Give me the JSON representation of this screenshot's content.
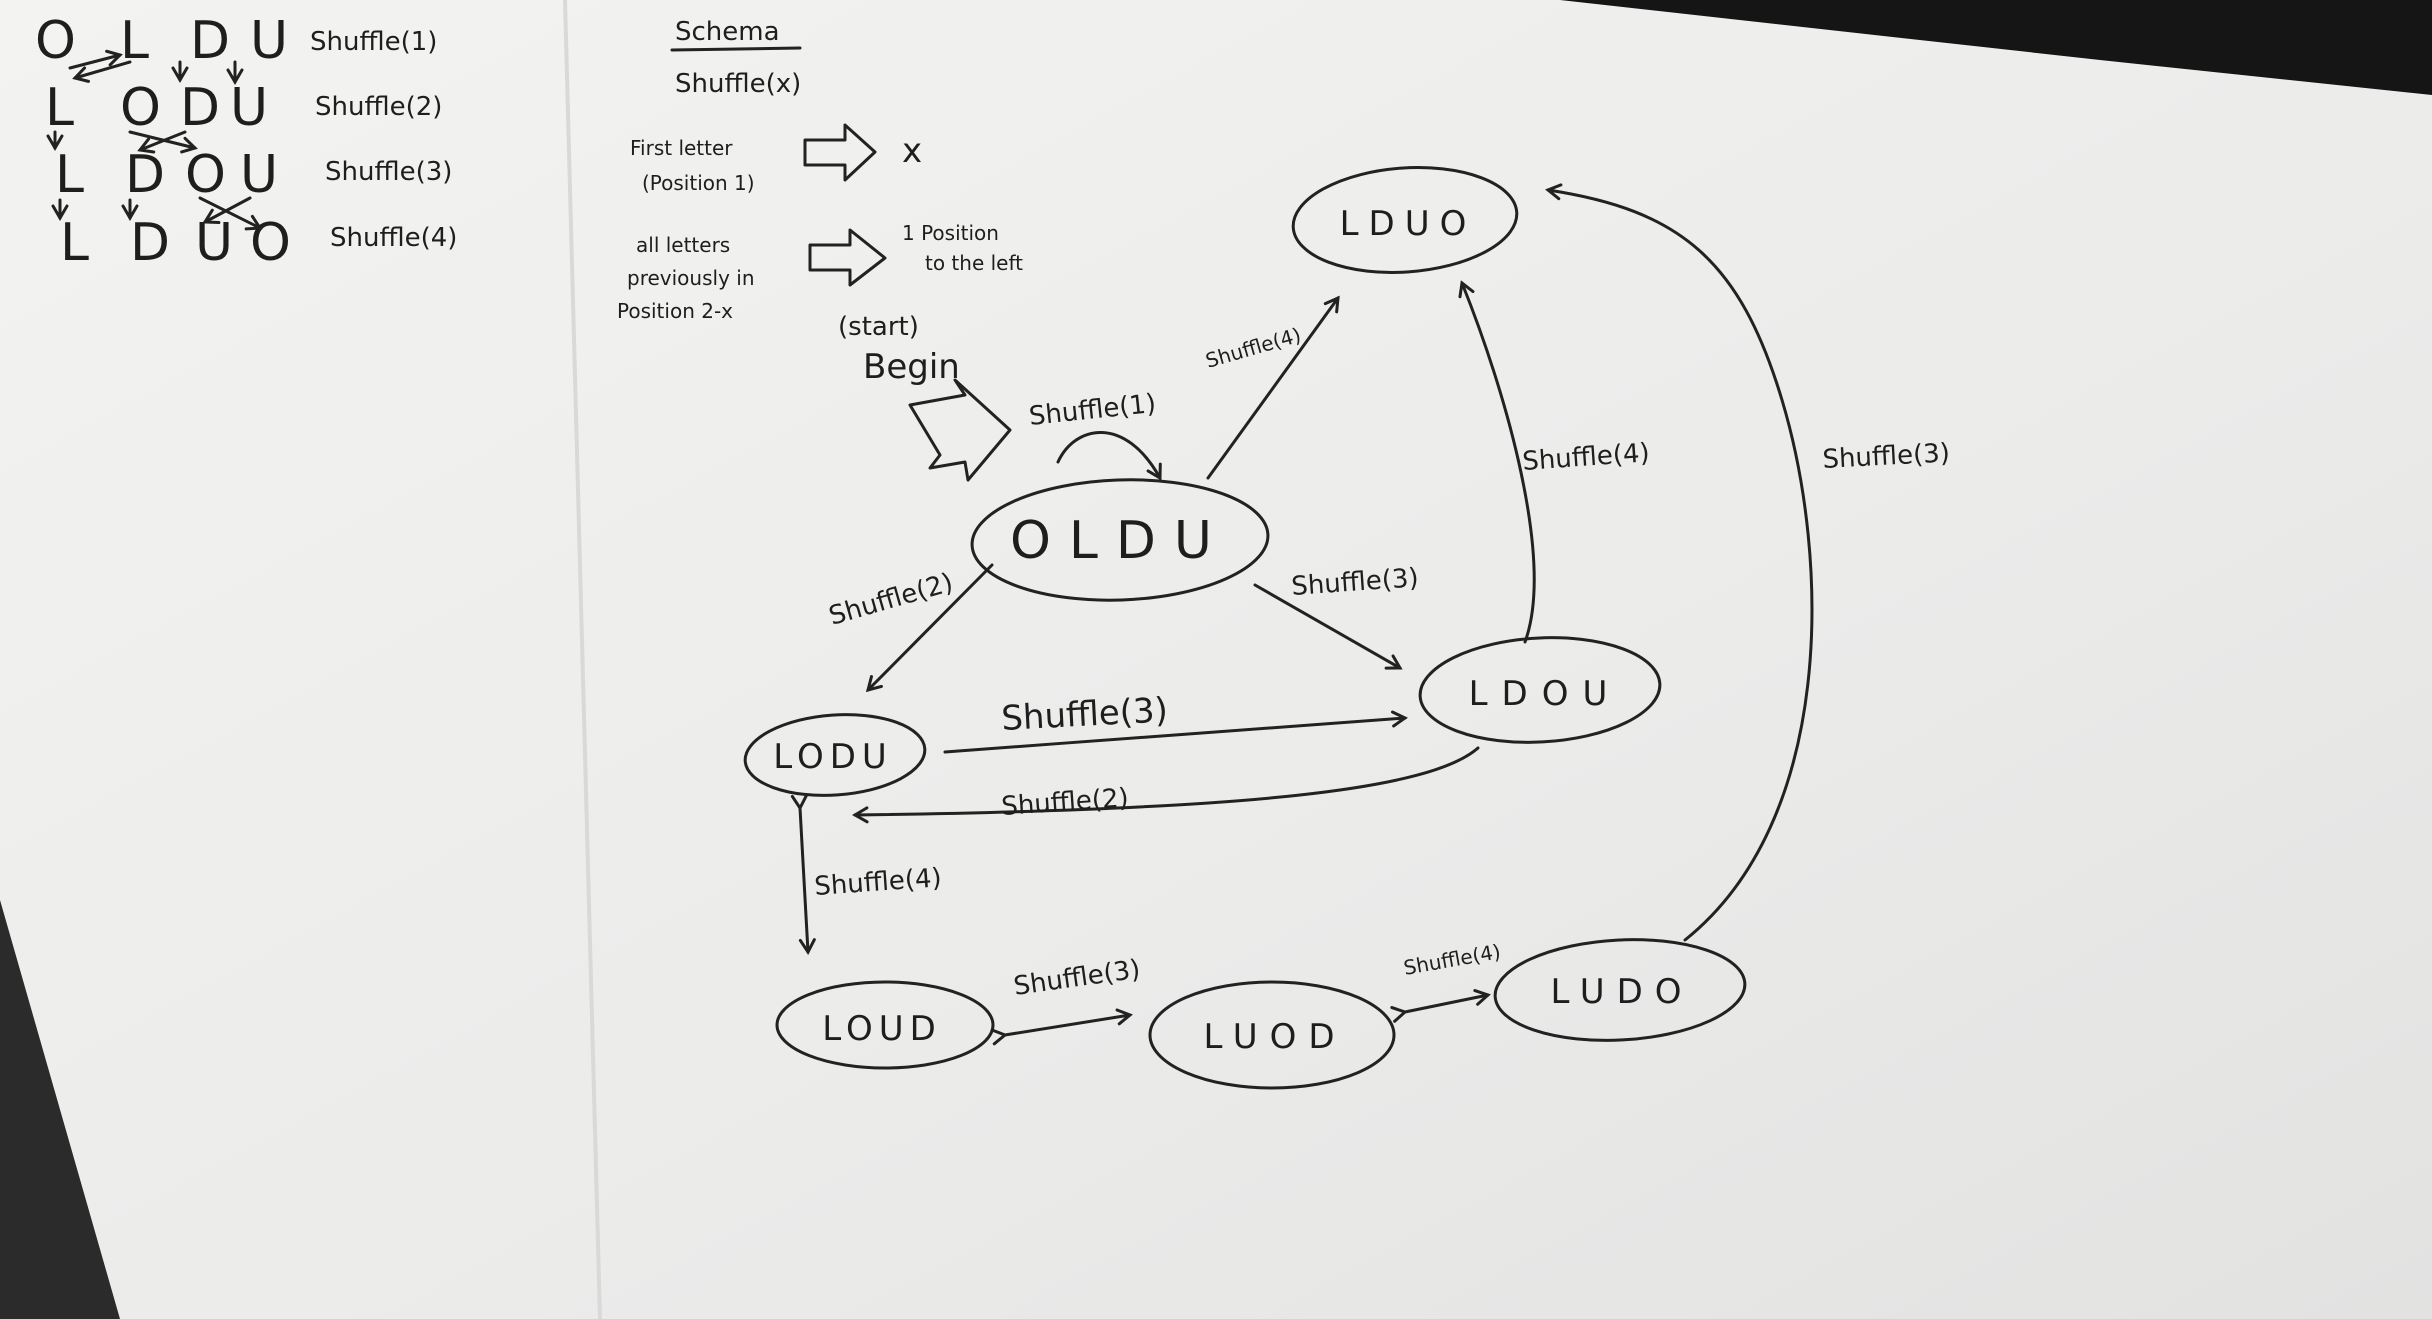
{
  "permutation_table": {
    "rows": [
      {
        "letters": [
          "O",
          "L",
          "D",
          "U"
        ],
        "op": "Shuffle(1)"
      },
      {
        "letters": [
          "L",
          "O",
          "D",
          "U"
        ],
        "op": "Shuffle(2)"
      },
      {
        "letters": [
          "L",
          "D",
          "O",
          "U"
        ],
        "op": "Shuffle(3)"
      },
      {
        "letters": [
          "L",
          "D",
          "U",
          "O"
        ],
        "op": "Shuffle(4)"
      }
    ]
  },
  "schema": {
    "title": "Schema",
    "function": "Shuffle(x)",
    "rule1_left": [
      "First letter",
      "(Position 1)"
    ],
    "rule1_right": "x",
    "rule2_left": [
      "all letters",
      "previously in",
      "Position 2-x"
    ],
    "rule2_right": [
      "1 Position",
      "to the left"
    ]
  },
  "start": {
    "line1": "(start)",
    "line2": "Begin"
  },
  "states": {
    "oldu": "OLDU",
    "lduo": "LDUO",
    "ldou": "LDOU",
    "lodu": "LODU",
    "loud": "LOUD",
    "luod": "LUOD",
    "ludo": "LUDO"
  },
  "edges": {
    "self_oldu": "Shuffle(1)",
    "oldu_lduo": "Shuffle(4)",
    "ldou_lduo": "Shuffle(4)",
    "ludo_lduo": "Shuffle(3)",
    "oldu_lodu": "Shuffle(2)",
    "oldu_ldou": "Shuffle(3)",
    "lodu_ldou": "Shuffle(3)",
    "ldou_lodu": "Shuffle(2)",
    "lodu_loud": "Shuffle(4)",
    "loud_luod": "Shuffle(3)",
    "luod_ludo": "Shuffle(4)"
  }
}
